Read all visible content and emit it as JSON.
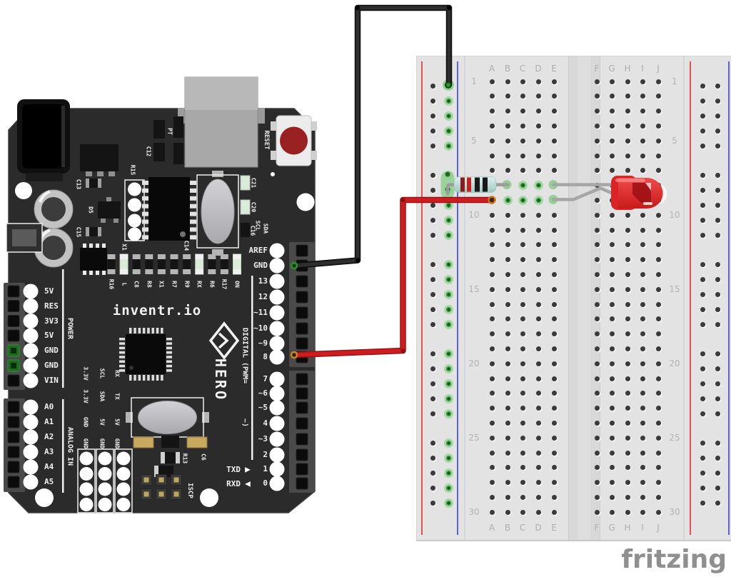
{
  "board": {
    "brand": "inventr.io",
    "model_vertical": "HERO",
    "reset_label": "RESET",
    "digital_group_label": "DIGITAL (PWM=",
    "digital_group_label2": "~)",
    "power_group_label": "POWER",
    "analog_group_label": "ANALOG IN",
    "power_pins": [
      "5V",
      "RES",
      "3V3",
      "5V",
      "GND",
      "GND",
      "VIN"
    ],
    "analog_pins": [
      "A0",
      "A1",
      "A2",
      "A3",
      "A4",
      "A5"
    ],
    "digital_pins_top": [
      "SCL",
      "SDA",
      "AREF",
      "GND",
      "13",
      "12",
      "~11",
      "~10",
      "~9",
      "8"
    ],
    "digital_pins_bottom": [
      "7",
      "~6",
      "~5",
      "4",
      "~3",
      "2",
      "1",
      "0"
    ],
    "txd_label": "TXD",
    "rxd_label": "RXD",
    "txd_triangle": "▶",
    "rxd_triangle": "◀",
    "component_row_labels": [
      "R16",
      "L",
      "C8",
      "R8",
      "X1",
      "R7",
      "R9",
      "RX",
      "R6",
      "R17",
      "ON"
    ],
    "small_labels": {
      "pt": "PT",
      "c12": "C12",
      "r15": "R15",
      "c13": "C13",
      "d5": "D5",
      "c15": "C15",
      "x1_top": "X1",
      "c14": "C14",
      "c21": "C21",
      "c20": "C20",
      "c16": "C16",
      "r13": "R13",
      "c6": "C6",
      "iscp": "ISCP"
    },
    "io_grid_columns": [
      [
        "3.3V",
        "3.3V",
        "GND",
        "GND"
      ],
      [
        "SCL",
        "SDA",
        "5V",
        "GND"
      ],
      [
        "RX",
        "TX",
        "5V",
        "GND"
      ]
    ]
  },
  "breadboard": {
    "column_letters_left": [
      "A",
      "B",
      "C",
      "D",
      "E"
    ],
    "column_letters_right": [
      "F",
      "G",
      "H",
      "I",
      "J"
    ],
    "row_numbers": [
      "1",
      "5",
      "10",
      "15",
      "20",
      "25",
      "30"
    ],
    "watermark": "fritzing"
  },
  "circuit": {
    "wires": [
      {
        "name": "gnd-wire",
        "color": "black",
        "from": "board GND",
        "to": "breadboard left negative rail row 1"
      },
      {
        "name": "signal-wire",
        "color": "red",
        "from": "board pin 8",
        "to": "breadboard A9"
      }
    ],
    "resistor": {
      "from": "left negative rail",
      "to": "B8",
      "band_colors": [
        "red",
        "red",
        "black",
        "black"
      ]
    },
    "led": {
      "color": "red",
      "lead1": "E8",
      "lead2": "E9"
    }
  },
  "colors": {
    "board": "#2b2b2b",
    "breadboard": "#e3e3e3",
    "wire_black": "#1f1f1f",
    "wire_red": "#c3181c",
    "highlight_green": "#2e9033",
    "led_red": "#e03030",
    "rail_red_line": "#e05252",
    "rail_blue_line": "#6161d6",
    "reset_button_red": "#992121",
    "watermark_gray": "#8f8f8f"
  }
}
